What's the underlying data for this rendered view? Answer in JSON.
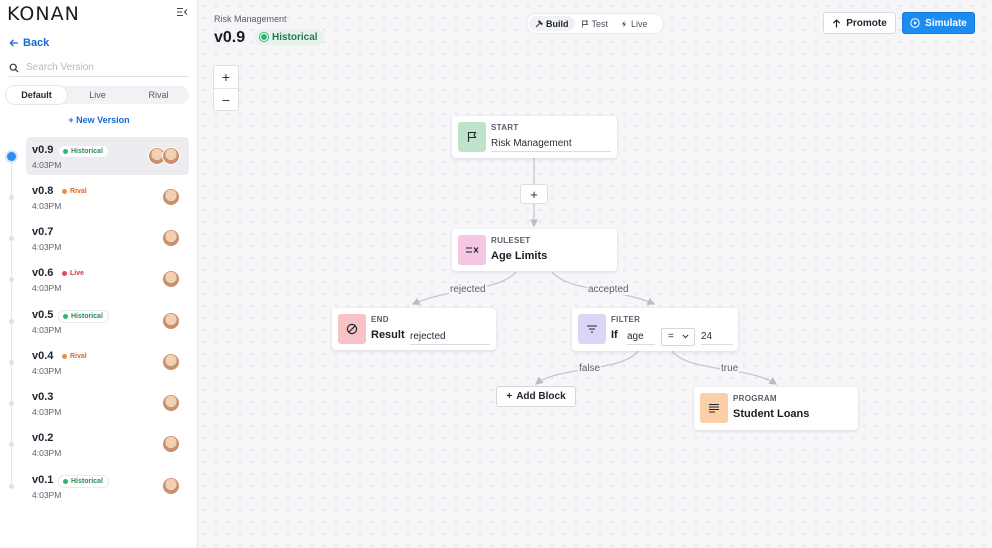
{
  "app": {
    "logo": "KONAN"
  },
  "sidebar": {
    "back_label": "Back",
    "search_placeholder": "Search Version",
    "filter_tabs": [
      "Default",
      "Live",
      "Rival"
    ],
    "new_version_label": "New Version",
    "versions": [
      {
        "name": "v0.9",
        "time": "4:03PM",
        "badge": "Historical"
      },
      {
        "name": "v0.8",
        "time": "4:03PM",
        "badge": "Rival"
      },
      {
        "name": "v0.7",
        "time": "4:03PM",
        "badge": ""
      },
      {
        "name": "v0.6",
        "time": "4:03PM",
        "badge": "Live"
      },
      {
        "name": "v0.5",
        "time": "4:03PM",
        "badge": "Historical"
      },
      {
        "name": "v0.4",
        "time": "4:03PM",
        "badge": "Rival"
      },
      {
        "name": "v0.3",
        "time": "4:03PM",
        "badge": ""
      },
      {
        "name": "v0.2",
        "time": "4:03PM",
        "badge": ""
      },
      {
        "name": "v0.1",
        "time": "4:03PM",
        "badge": "Historical"
      }
    ]
  },
  "header": {
    "breadcrumb": "Risk Management",
    "title": "v0.9",
    "status_badge": "Historical",
    "modes": [
      "Build",
      "Test",
      "Live"
    ],
    "promote_label": "Promote",
    "simulate_label": "Simulate"
  },
  "zoom": {
    "in": "+",
    "out": "−"
  },
  "flow": {
    "start": {
      "type": "START",
      "value": "Risk Management"
    },
    "ruleset": {
      "type": "RULESET",
      "title": "Age Limits"
    },
    "end": {
      "type": "END",
      "label": "Result",
      "value": "rejected"
    },
    "filter": {
      "type": "FILTER",
      "if_label": "If",
      "field": "age",
      "operator": "=",
      "value": "24"
    },
    "program": {
      "type": "PROGRAM",
      "title": "Student Loans"
    },
    "edges": {
      "rejected": "rejected",
      "accepted": "accepted",
      "false": "false",
      "true": "true"
    },
    "insert_label": "+",
    "add_block_label": "Add Block"
  },
  "colors": {
    "accent": "#1d8cf0",
    "start_icon_bg": "#bfe3c8",
    "ruleset_icon_bg": "#f5c6e2",
    "end_icon_bg": "#f7c3c5",
    "filter_icon_bg": "#ddd5f7",
    "program_icon_bg": "#fbcfa8"
  }
}
